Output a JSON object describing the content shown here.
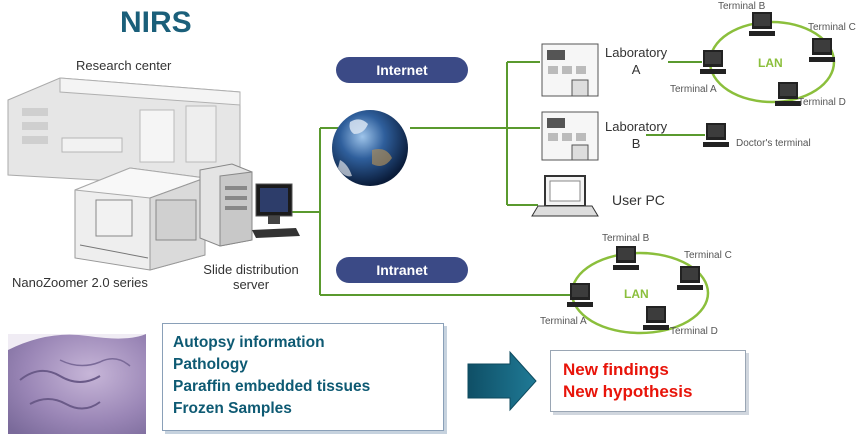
{
  "title": "NIRS",
  "research_center": "Research center",
  "nanozoomer": "NanoZoomer 2.0 series",
  "slide_server": [
    "Slide distribution",
    "server"
  ],
  "internet_label": "Internet",
  "intranet_label": "Intranet",
  "lab_a": [
    "Laboratory",
    "A"
  ],
  "lab_b": [
    "Laboratory",
    "B"
  ],
  "user_pc": "User PC",
  "doctors_terminal": "Doctor's terminal",
  "lan_top": {
    "lan": "LAN",
    "terminals": [
      "Terminal A",
      "Terminal B",
      "Terminal C",
      "Terminal D"
    ]
  },
  "lan_bottom": {
    "lan": "LAN",
    "terminals": [
      "Terminal A",
      "Terminal B",
      "Terminal C",
      "Terminal D"
    ]
  },
  "info_items": [
    "Autopsy information",
    "Pathology",
    "Paraffin embedded tissues",
    "Frozen Samples"
  ],
  "findings": [
    "New findings",
    "New hypothesis"
  ],
  "colors": {
    "line_green": "#5a9a2e",
    "pill_blue": "#3b4a86",
    "title_teal": "#1a5f7a",
    "info_teal": "#0e5a73",
    "findings_red": "#e8140a",
    "lan_ring": "#8bbf3c",
    "arrow": "#17607a"
  }
}
